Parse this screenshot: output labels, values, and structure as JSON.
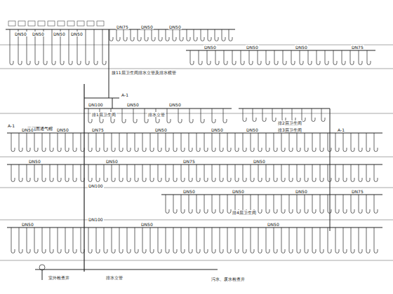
{
  "diagram": {
    "labels": [
      "DN50",
      "DN50",
      "DN50",
      "DN50",
      "DN75",
      "DN50",
      "DN50",
      "接11层卫生间排水立管及排水横管",
      "A-1",
      "DN50",
      "DN50",
      "DN50",
      "DN75",
      "DN100",
      "DN50",
      "DN50",
      "排1层卫生间",
      "排水立管",
      "A-1",
      "至屋面通气帽",
      "排2层卫生间",
      "排3层卫生间",
      "A-1",
      "DN50",
      "DN50",
      "DN75",
      "DN50",
      "DN50",
      "DN50",
      "DN50",
      "DN50",
      "DN75",
      "DN50",
      "DN100",
      "DN50",
      "DN50",
      "DN50",
      "DN75",
      "DN100",
      "DN50",
      "DN50",
      "DN50",
      "排4层卫生间",
      "室外检查井",
      "排水立管",
      "污水、废水检查井"
    ]
  }
}
